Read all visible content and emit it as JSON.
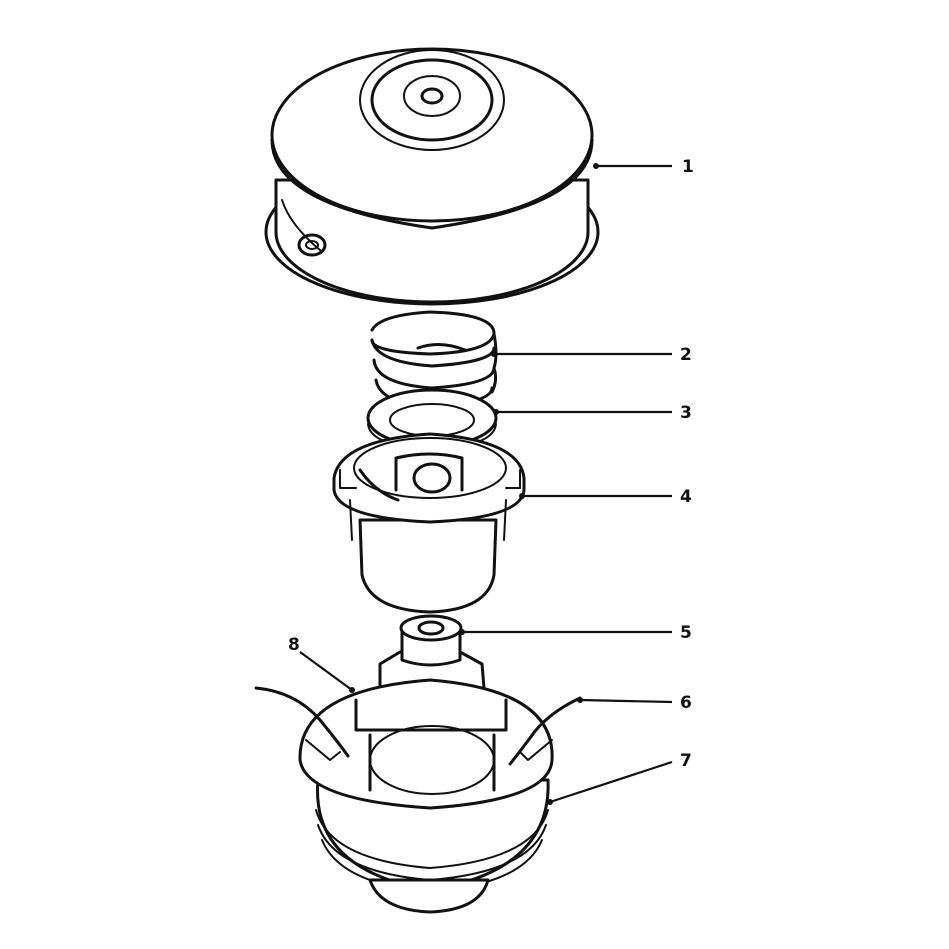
{
  "callouts": [
    {
      "id": "callout-1",
      "label": "1"
    },
    {
      "id": "callout-2",
      "label": "2"
    },
    {
      "id": "callout-3",
      "label": "3"
    },
    {
      "id": "callout-4",
      "label": "4"
    },
    {
      "id": "callout-5",
      "label": "5"
    },
    {
      "id": "callout-6",
      "label": "6"
    },
    {
      "id": "callout-7",
      "label": "7"
    },
    {
      "id": "callout-8",
      "label": "8"
    }
  ],
  "ink_color": "#111111",
  "background_color": "#ffffff"
}
